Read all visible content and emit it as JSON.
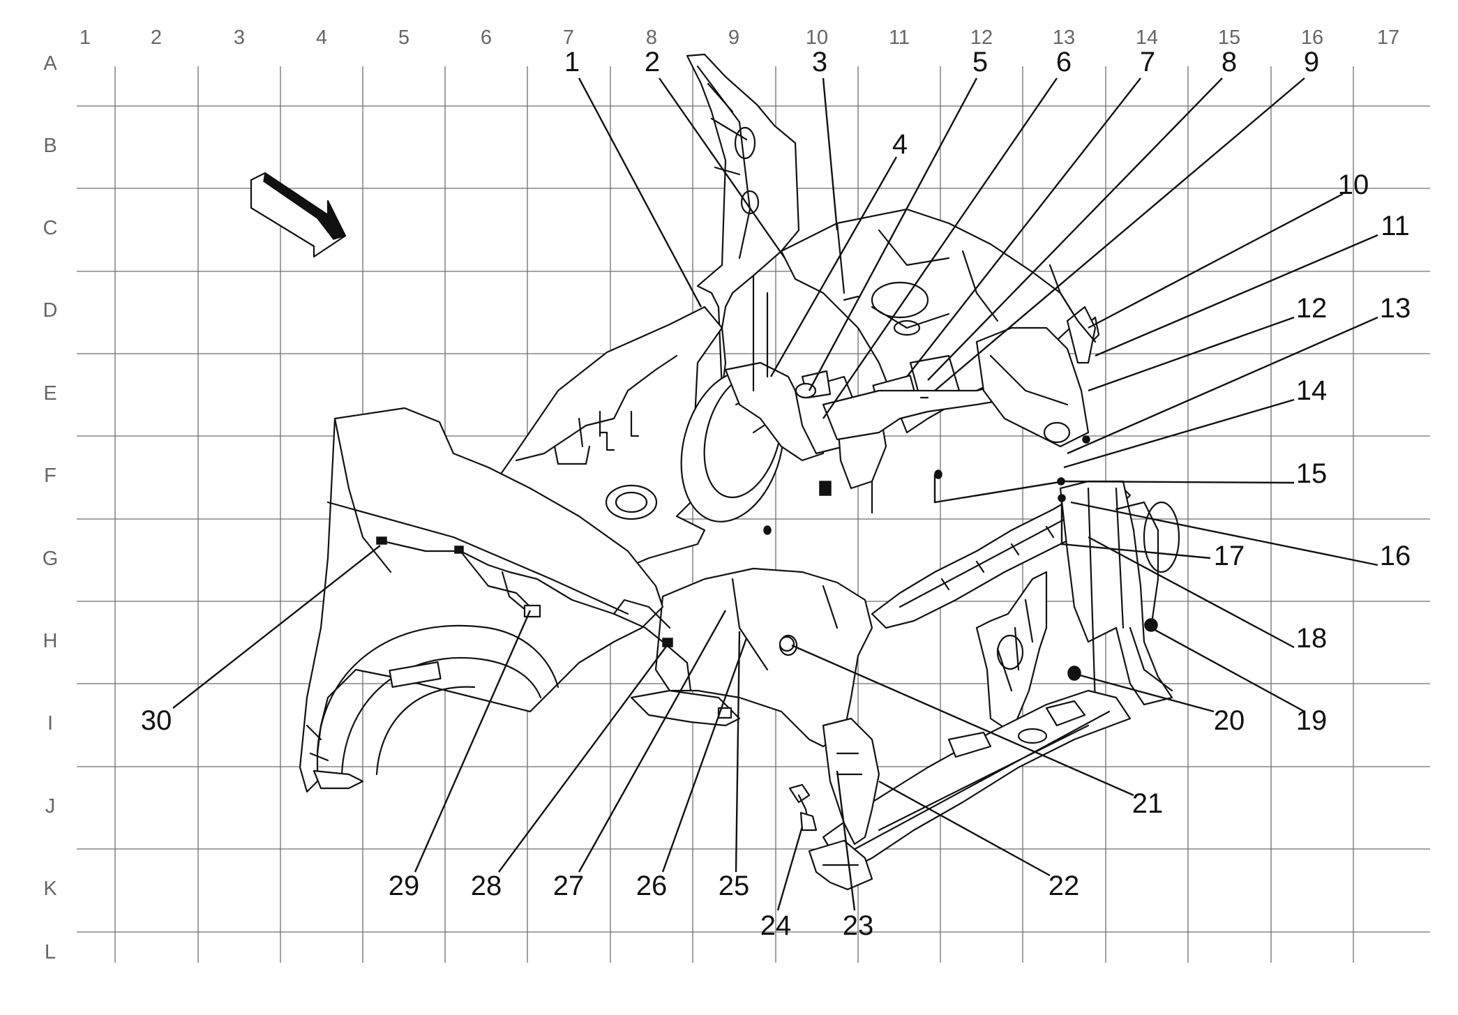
{
  "grid": {
    "columns": [
      "1",
      "2",
      "3",
      "4",
      "5",
      "6",
      "7",
      "8",
      "9",
      "10",
      "11",
      "12",
      "13",
      "14",
      "15",
      "16",
      "17"
    ],
    "rows": [
      "A",
      "B",
      "C",
      "D",
      "E",
      "F",
      "G",
      "H",
      "I",
      "J",
      "K",
      "L"
    ]
  },
  "callouts": [
    {
      "id": "1",
      "label": "1"
    },
    {
      "id": "2",
      "label": "2"
    },
    {
      "id": "3",
      "label": "3"
    },
    {
      "id": "4",
      "label": "4"
    },
    {
      "id": "5",
      "label": "5"
    },
    {
      "id": "6",
      "label": "6"
    },
    {
      "id": "7",
      "label": "7"
    },
    {
      "id": "8",
      "label": "8"
    },
    {
      "id": "9",
      "label": "9"
    },
    {
      "id": "10",
      "label": "10"
    },
    {
      "id": "11",
      "label": "11"
    },
    {
      "id": "12",
      "label": "12"
    },
    {
      "id": "13",
      "label": "13"
    },
    {
      "id": "14",
      "label": "14"
    },
    {
      "id": "15",
      "label": "15"
    },
    {
      "id": "16",
      "label": "16"
    },
    {
      "id": "17",
      "label": "17"
    },
    {
      "id": "18",
      "label": "18"
    },
    {
      "id": "19",
      "label": "19"
    },
    {
      "id": "20",
      "label": "20"
    },
    {
      "id": "21",
      "label": "21"
    },
    {
      "id": "22",
      "label": "22"
    },
    {
      "id": "23",
      "label": "23"
    },
    {
      "id": "24",
      "label": "24"
    },
    {
      "id": "25",
      "label": "25"
    },
    {
      "id": "26",
      "label": "26"
    },
    {
      "id": "27",
      "label": "27"
    },
    {
      "id": "28",
      "label": "28"
    },
    {
      "id": "29",
      "label": "29"
    },
    {
      "id": "30",
      "label": "30"
    }
  ],
  "icons": {
    "orientation_arrow": "forward-arrow-icon"
  }
}
